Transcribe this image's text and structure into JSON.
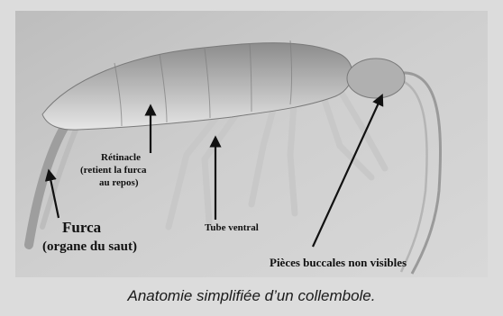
{
  "caption": "Anatomie simplifiée d’un collembole.",
  "labels": {
    "retinacle_1": "Rétinacle",
    "retinacle_2": "(retient la furca",
    "retinacle_3": "au repos)",
    "furca_1": "Furca",
    "furca_2": "(organe du saut)",
    "tube_ventral": "Tube ventral",
    "pieces_buccales": "Pièces buccales non visibles"
  },
  "colors": {
    "frame_bg": "#dcdcdc",
    "photo_bg": "#c9c9c9",
    "specimen": "#a8a8a8"
  }
}
